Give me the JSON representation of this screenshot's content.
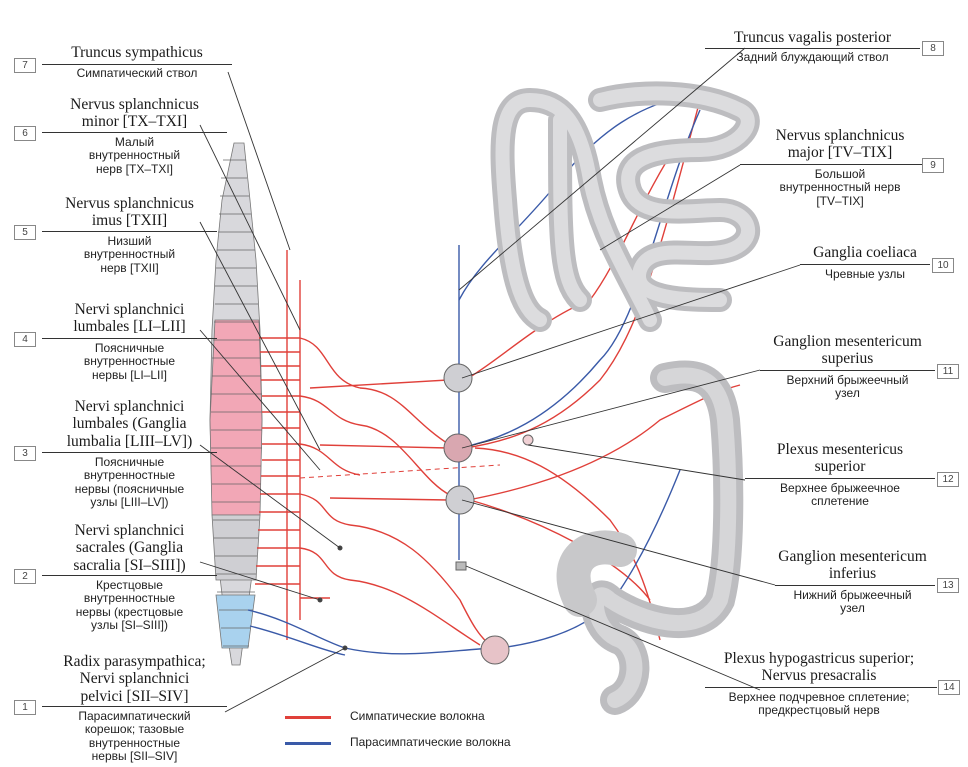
{
  "colors": {
    "sympathetic": "#e0403a",
    "parasympathetic": "#3a5aa8",
    "spinal_light": "#d8d8dc",
    "spinal_lumbar": "#f2a7b6",
    "spinal_sacral": "#a9d2ee",
    "intestine": "#c4c4c6",
    "ganglion": "#cfcfd3"
  },
  "labels": [
    {
      "num": "7",
      "latin": "Truncus sympathicus",
      "russian": "Симпатический ствол"
    },
    {
      "num": "6",
      "latin": "Nervus splanchnicus\nminor [TX–TXI]",
      "russian": "Малый\nвнутренностный\nнерв [TX–TXI]"
    },
    {
      "num": "5",
      "latin": "Nervus splanchnicus\nimus [TXII]",
      "russian": "Низший\nвнутренностный\nнерв [TXII]"
    },
    {
      "num": "4",
      "latin": "Nervi splanchnici\nlumbales [LI–LII]",
      "russian": "Поясничные\nвнутренностные\nнервы [LI–LII]"
    },
    {
      "num": "3",
      "latin": "Nervi splanchnici\nlumbales (Ganglia\nlumbalia [LIII–LV])",
      "russian": "Поясничные\nвнутренностные\nнервы (поясничные\nузлы [LIII–LV])"
    },
    {
      "num": "2",
      "latin": "Nervi splanchnici\nsacrales (Ganglia\nsacralia [SI–SIII])",
      "russian": "Крестцовые\nвнутренностные\nнервы (крестцовые\nузлы [SI–SIII])"
    },
    {
      "num": "1",
      "latin": "Radix parasympathica;\nNervi splanchnici\npelvici [SII–SIV]",
      "russian": "Парасимпатический\nкорешок; тазовые\nвнутренностные\nнервы [SII–SIV]"
    },
    {
      "num": "8",
      "latin": "Truncus vagalis posterior",
      "russian": "Задний блуждающий ствол"
    },
    {
      "num": "9",
      "latin": "Nervus splanchnicus\nmajor [TV–TIX]",
      "russian": "Большой\nвнутренностный нерв\n[TV–TIX]"
    },
    {
      "num": "10",
      "latin": "Ganglia coeliaca",
      "russian": "Чревные узлы"
    },
    {
      "num": "11",
      "latin": "Ganglion mesentericum\nsuperius",
      "russian": "Верхний брыжеечный\nузел"
    },
    {
      "num": "12",
      "latin": "Plexus mesentericus\nsuperior",
      "russian": "Верхнее брыжеечное\nсплетение"
    },
    {
      "num": "13",
      "latin": "Ganglion mesentericum\ninferius",
      "russian": "Нижний брыжеечный\nузел"
    },
    {
      "num": "14",
      "latin": "Plexus hypogastricus superior;\nNervus presacralis",
      "russian": "Верхнее подчревное сплетение;\nпредкрестцовый нерв"
    }
  ],
  "legend": [
    {
      "label": "Симпатические волокна",
      "color": "#e0403a"
    },
    {
      "label": "Парасимпатические волокна",
      "color": "#3a5aa8"
    }
  ]
}
